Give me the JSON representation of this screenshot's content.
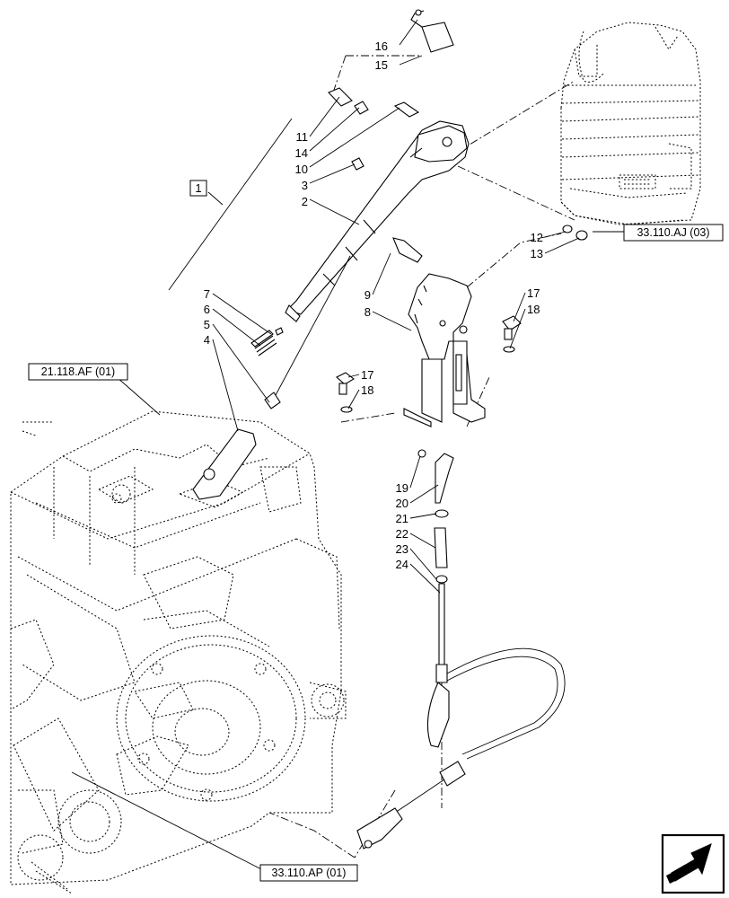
{
  "callouts": [
    "1",
    "2",
    "3",
    "4",
    "5",
    "6",
    "7",
    "8",
    "9",
    "10",
    "11",
    "12",
    "13",
    "14",
    "15",
    "16",
    "17",
    "18",
    "17",
    "18",
    "19",
    "20",
    "21",
    "22",
    "23",
    "24"
  ],
  "references": {
    "ref_21_118": "21.118.AF (01)",
    "ref_33_110_aj": "33.110.AJ (03)",
    "ref_33_110_ap": "33.110.AP (01)"
  },
  "navigation": {
    "icon": "arrow-next-icon"
  },
  "colors": {
    "line": "#000000",
    "background": "#ffffff"
  }
}
